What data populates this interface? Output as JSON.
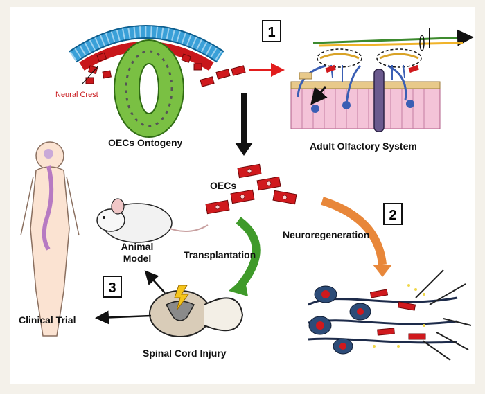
{
  "labels": {
    "neural_crest": "Neural Crest",
    "oecs_ontogeny": "OECs Ontogeny",
    "adult_olfactory_system": "Adult Olfactory System",
    "oecs": "OECs",
    "neuroregeneration": "Neuroregeneration",
    "transplantation": "Transplantation",
    "animal_model": "Animal Model",
    "spinal_cord_injury": "Spinal Cord Injury",
    "clinical_trial": "Clinical Trial"
  },
  "step_numbers": {
    "one": "1",
    "two": "2",
    "three": "3"
  },
  "colors": {
    "background": "#f4f1ea",
    "oec_red": "#d0191d",
    "neural_tube_green": "#7ac043",
    "ectoderm_blue": "#2f8fc7",
    "transplant_green": "#3f9a2a",
    "neuroregen_orange": "#e8873a",
    "arrow_red": "#e21d1d",
    "spine_purple": "#b77ac2"
  }
}
